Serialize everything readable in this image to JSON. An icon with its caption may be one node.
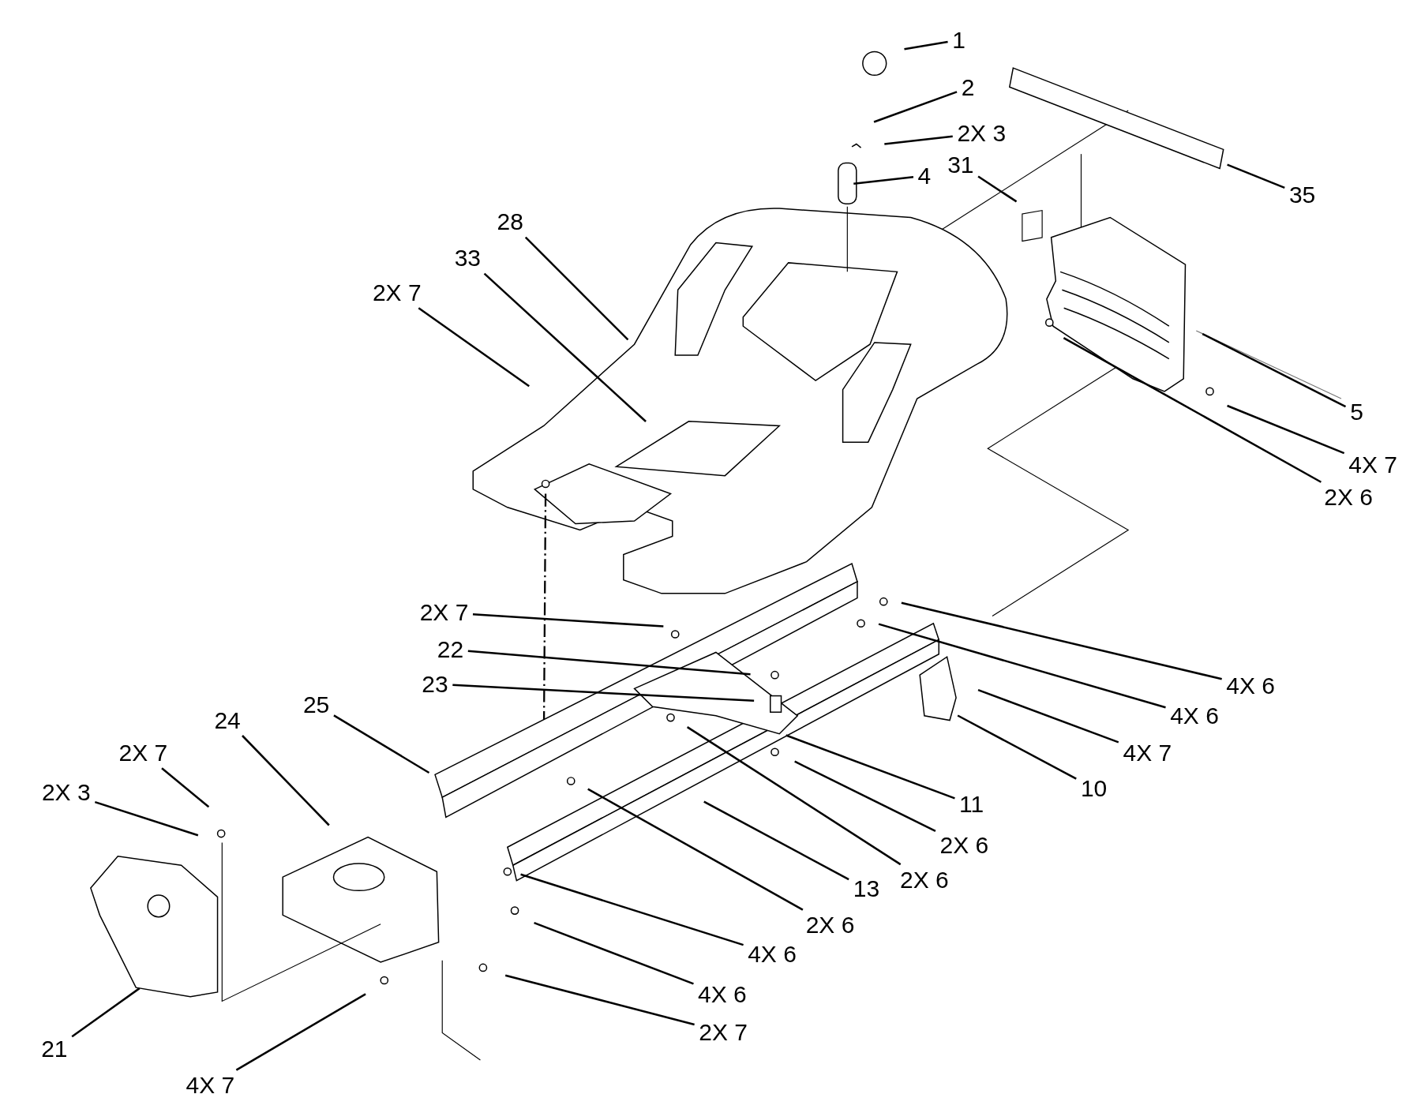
{
  "diagram": {
    "nodes": [
      {
        "text": [
          "1"
        ]
      },
      {
        "text": [
          "2"
        ]
      },
      {
        "text": [
          "2X 3"
        ]
      },
      {
        "text": [
          "4"
        ]
      },
      {
        "text": [
          "31"
        ]
      },
      {
        "text": [
          "35"
        ]
      },
      {
        "text": [
          "28"
        ]
      },
      {
        "text": [
          "33"
        ]
      },
      {
        "text": [
          "2X 7"
        ]
      },
      {
        "text": [
          "5"
        ]
      },
      {
        "text": [
          "4X 7"
        ]
      },
      {
        "text": [
          "2X 6"
        ]
      },
      {
        "text": [
          "2X 7"
        ]
      },
      {
        "text": [
          "22"
        ]
      },
      {
        "text": [
          "23"
        ]
      },
      {
        "text": [
          "4X 6"
        ]
      },
      {
        "text": [
          "4X 6"
        ]
      },
      {
        "text": [
          "4X 7"
        ]
      },
      {
        "text": [
          "10"
        ]
      },
      {
        "text": [
          "11"
        ]
      },
      {
        "text": [
          "25"
        ]
      },
      {
        "text": [
          "24"
        ]
      },
      {
        "text": [
          "2X 7"
        ]
      },
      {
        "text": [
          "2X 3"
        ]
      },
      {
        "text": [
          "2X 6"
        ]
      },
      {
        "text": [
          "2X 6"
        ]
      },
      {
        "text": [
          "13"
        ]
      },
      {
        "text": [
          "2X 6"
        ]
      },
      {
        "text": [
          "4X 6"
        ]
      },
      {
        "text": [
          "4X 6"
        ]
      },
      {
        "text": [
          "2X 7"
        ]
      },
      {
        "text": [
          "21"
        ]
      },
      {
        "text": [
          "4X 7"
        ]
      }
    ],
    "edges": [
      {
        "from": 0,
        "to": null,
        "arrow": "none"
      },
      {
        "from": 1,
        "to": null,
        "arrow": "none"
      },
      {
        "from": 2,
        "to": null,
        "arrow": "none"
      },
      {
        "from": 3,
        "to": null,
        "arrow": "none"
      },
      {
        "from": 4,
        "to": null,
        "arrow": "none"
      },
      {
        "from": 5,
        "to": null,
        "arrow": "none"
      },
      {
        "from": 6,
        "to": null,
        "arrow": "none"
      },
      {
        "from": 7,
        "to": null,
        "arrow": "none"
      },
      {
        "from": 8,
        "to": null,
        "arrow": "none"
      },
      {
        "from": 9,
        "to": null,
        "arrow": "none"
      },
      {
        "from": 10,
        "to": null,
        "arrow": "none"
      },
      {
        "from": 11,
        "to": null,
        "arrow": "none"
      },
      {
        "from": 12,
        "to": null,
        "arrow": "none"
      },
      {
        "from": 13,
        "to": null,
        "arrow": "none"
      },
      {
        "from": 14,
        "to": null,
        "arrow": "none"
      },
      {
        "from": 15,
        "to": null,
        "arrow": "none"
      },
      {
        "from": 16,
        "to": null,
        "arrow": "none"
      },
      {
        "from": 17,
        "to": null,
        "arrow": "none"
      },
      {
        "from": 18,
        "to": null,
        "arrow": "none"
      },
      {
        "from": 19,
        "to": null,
        "arrow": "none"
      },
      {
        "from": 20,
        "to": null,
        "arrow": "none"
      },
      {
        "from": 21,
        "to": null,
        "arrow": "none"
      },
      {
        "from": 22,
        "to": null,
        "arrow": "none"
      },
      {
        "from": 23,
        "to": null,
        "arrow": "none"
      },
      {
        "from": 24,
        "to": null,
        "arrow": "none"
      },
      {
        "from": 25,
        "to": null,
        "arrow": "none"
      },
      {
        "from": 26,
        "to": null,
        "arrow": "none"
      },
      {
        "from": 27,
        "to": null,
        "arrow": "none"
      },
      {
        "from": 28,
        "to": null,
        "arrow": "none"
      },
      {
        "from": 29,
        "to": null,
        "arrow": "none"
      },
      {
        "from": 30,
        "to": null,
        "arrow": "none"
      },
      {
        "from": 31,
        "to": null,
        "arrow": "none"
      },
      {
        "from": 32,
        "to": null,
        "arrow": "none"
      }
    ]
  }
}
